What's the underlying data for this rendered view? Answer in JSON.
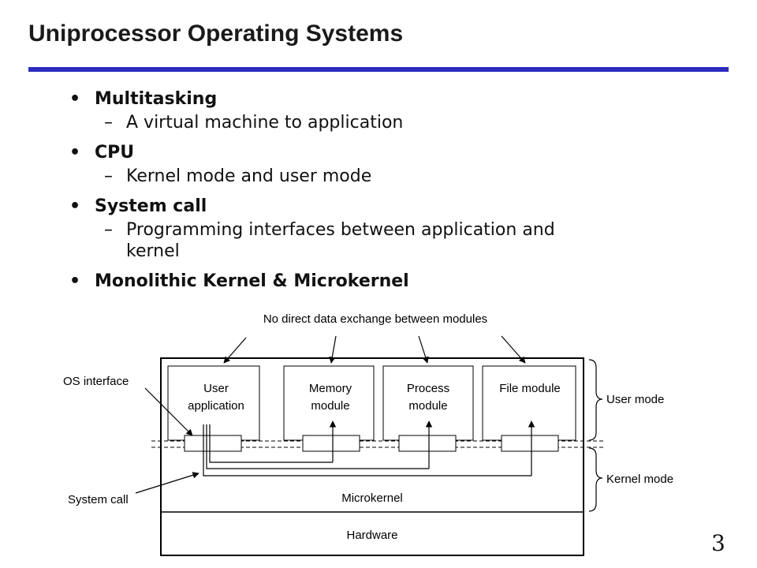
{
  "slide": {
    "title": "Uniprocessor Operating Systems",
    "page_number": "3",
    "bullets": [
      {
        "label": "Multitasking",
        "sub": [
          "A virtual machine to application"
        ]
      },
      {
        "label": "CPU",
        "sub": [
          "Kernel mode and user mode"
        ]
      },
      {
        "label": "System call",
        "sub": [
          "Programming interfaces between application and",
          "kernel"
        ]
      },
      {
        "label": "Monolithic Kernel & Microkernel",
        "sub": []
      }
    ]
  },
  "diagram": {
    "top_label": "No direct data exchange between modules",
    "os_interface": "OS interface",
    "system_call": "System call",
    "modules": [
      {
        "line1": "User",
        "line2": "application"
      },
      {
        "line1": "Memory",
        "line2": "module"
      },
      {
        "line1": "Process",
        "line2": "module"
      },
      {
        "line1": "File module",
        "line2": ""
      }
    ],
    "user_mode": "User mode",
    "kernel_mode": "Kernel mode",
    "microkernel": "Microkernel",
    "hardware": "Hardware"
  }
}
